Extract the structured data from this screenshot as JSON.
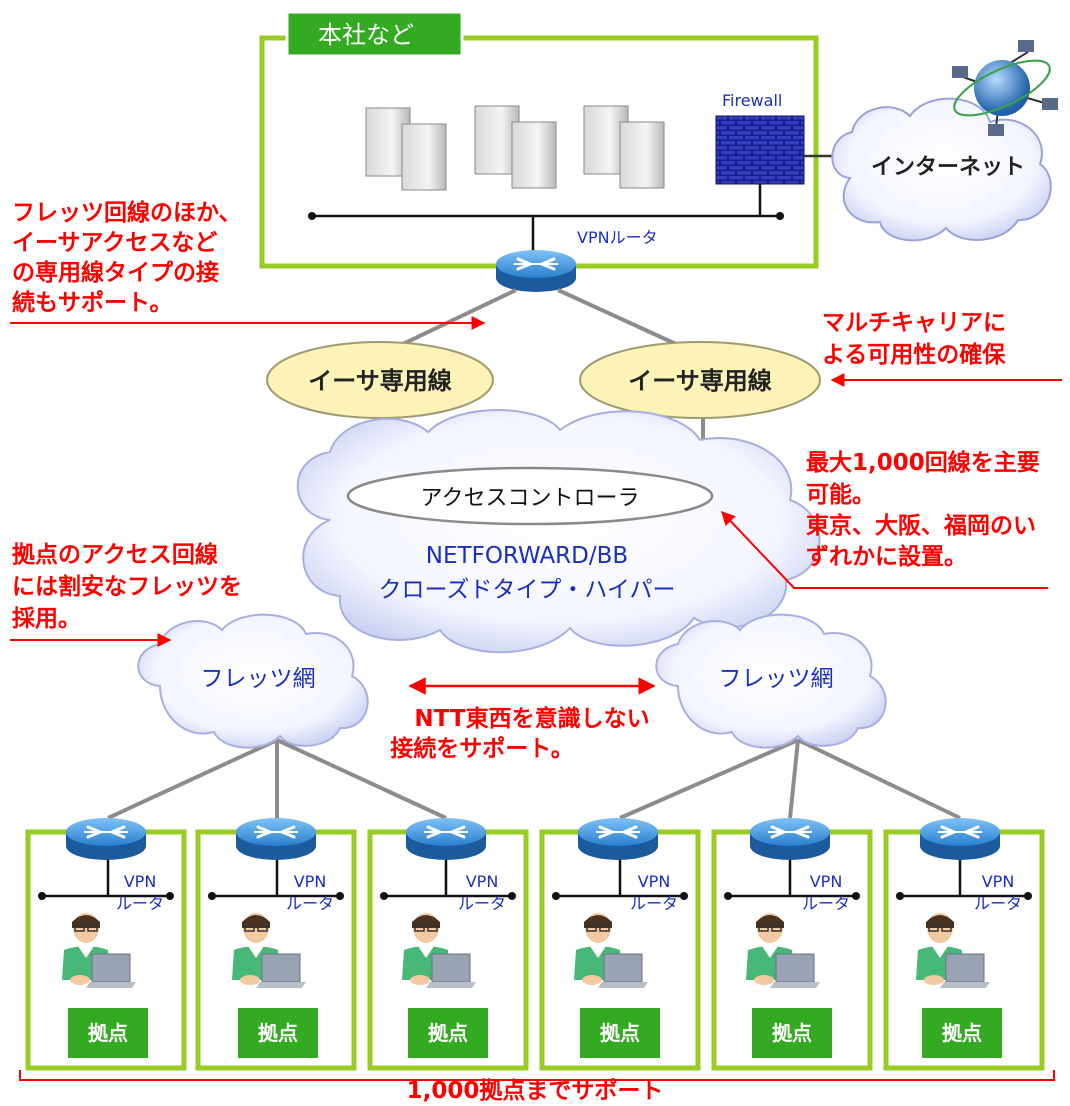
{
  "hq": {
    "label": "本社など",
    "firewall_label": "Firewall",
    "router_label": "VPNルータ"
  },
  "internet": {
    "label": "インターネット"
  },
  "ether_lines": [
    {
      "label": "イーサ専用線"
    },
    {
      "label": "イーサ専用線"
    }
  ],
  "core": {
    "controller_label": "アクセスコントローラ",
    "service_name": "NETFORWARD/BB",
    "service_type": "クローズドタイプ・ハイパー"
  },
  "flets": [
    {
      "label": "フレッツ網"
    },
    {
      "label": "フレッツ網"
    }
  ],
  "sites": [
    {
      "router_line1": "VPN",
      "router_line2": "ルータ",
      "tag": "拠点"
    },
    {
      "router_line1": "VPN",
      "router_line2": "ルータ",
      "tag": "拠点"
    },
    {
      "router_line1": "VPN",
      "router_line2": "ルータ",
      "tag": "拠点"
    },
    {
      "router_line1": "VPN",
      "router_line2": "ルータ",
      "tag": "拠点"
    },
    {
      "router_line1": "VPN",
      "router_line2": "ルータ",
      "tag": "拠点"
    },
    {
      "router_line1": "VPN",
      "router_line2": "ルータ",
      "tag": "拠点"
    }
  ],
  "notes": {
    "top_left": [
      "フレッツ回線のほか、",
      "イーサアクセスなど",
      "の専用線タイプの接",
      "続もサポート。"
    ],
    "top_right": [
      "マルチキャリアに",
      "よる可用性の確保"
    ],
    "middle_right": [
      "最大1,000回線を主要",
      "可能。",
      "東京、大阪、福岡のい",
      "ずれかに設置。"
    ],
    "middle_left": [
      "拠点のアクセス回線",
      "には割安なフレッツを",
      "採用。"
    ],
    "center": [
      "NTT東西を意識しない",
      "接続をサポート。"
    ],
    "bottom": "1,000拠点までサポート"
  },
  "colors": {
    "accent_green": "#99cc22",
    "tag_green": "#33aa22",
    "note_red": "#ff0000",
    "label_blue": "#1a2fbf",
    "router_blue": "#2a7fd0",
    "ellipse_yellow": "#fbf3b8"
  }
}
